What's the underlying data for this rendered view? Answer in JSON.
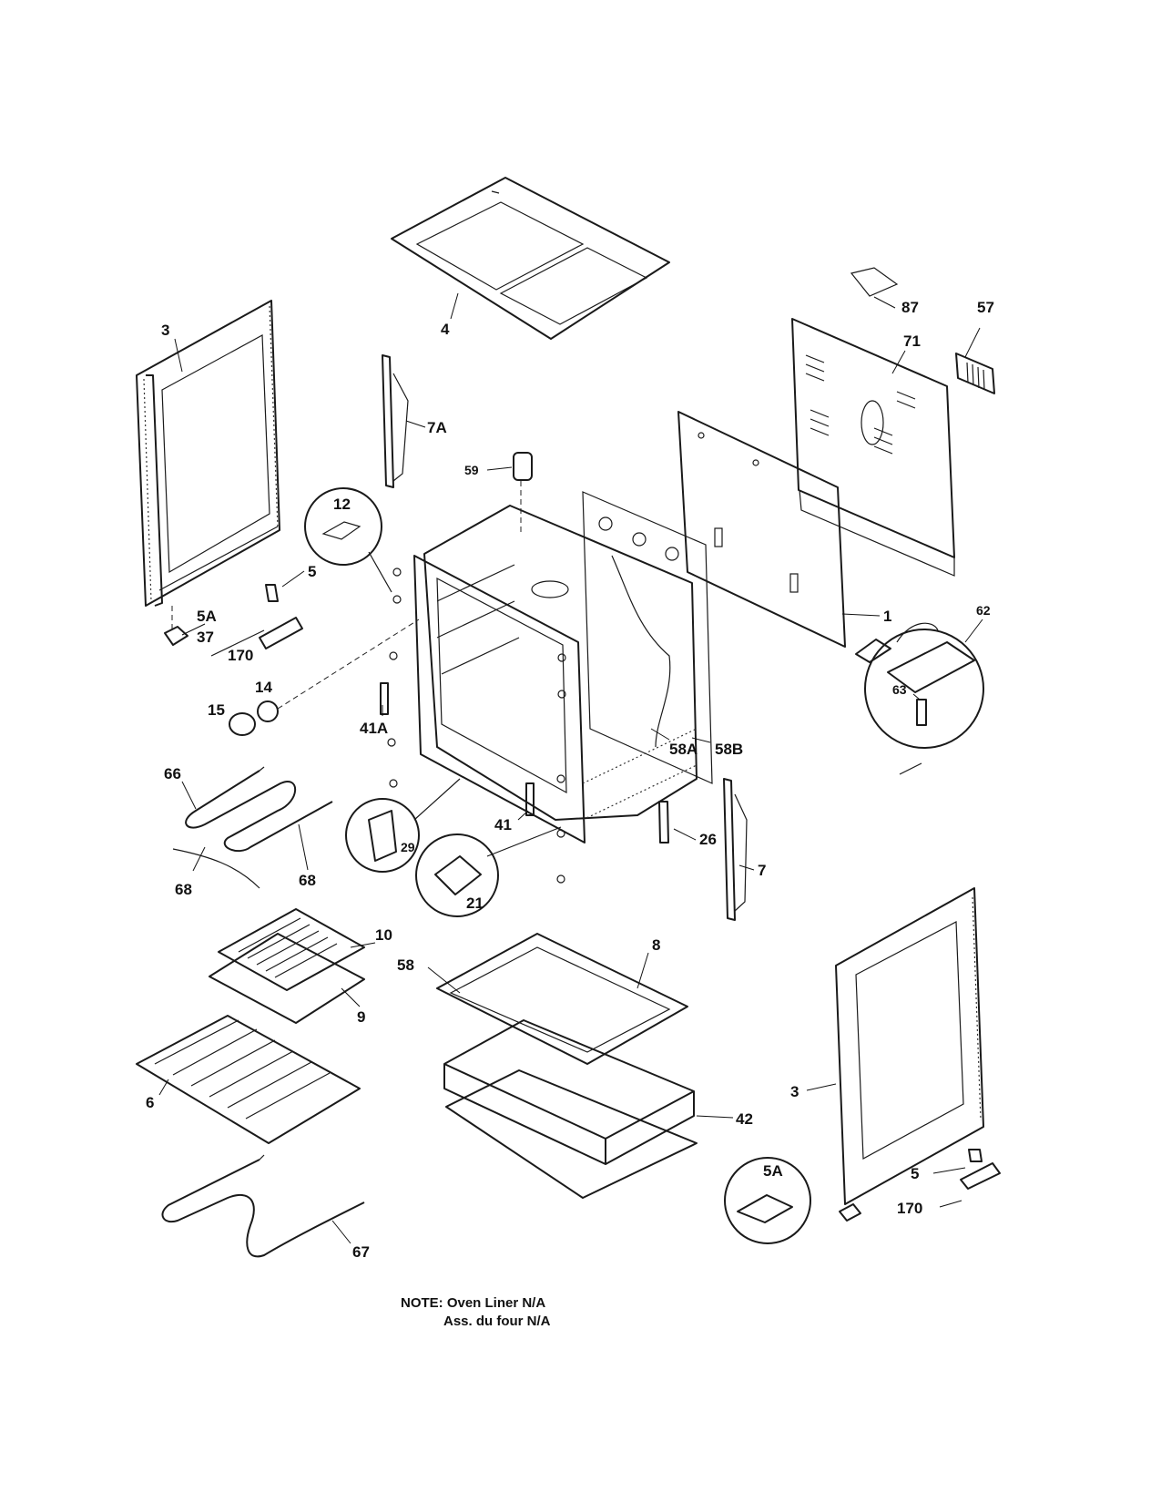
{
  "callouts": [
    {
      "id": "4",
      "text": "4"
    },
    {
      "id": "3-left",
      "text": "3"
    },
    {
      "id": "87",
      "text": "87"
    },
    {
      "id": "57",
      "text": "57"
    },
    {
      "id": "71",
      "text": "71"
    },
    {
      "id": "7a",
      "text": "7A"
    },
    {
      "id": "59",
      "text": "59"
    },
    {
      "id": "12",
      "text": "12"
    },
    {
      "id": "5-left",
      "text": "5"
    },
    {
      "id": "5a-left",
      "text": "5A"
    },
    {
      "id": "37",
      "text": "37"
    },
    {
      "id": "170-left",
      "text": "170"
    },
    {
      "id": "14",
      "text": "14"
    },
    {
      "id": "15",
      "text": "15"
    },
    {
      "id": "1",
      "text": "1"
    },
    {
      "id": "62",
      "text": "62"
    },
    {
      "id": "63",
      "text": "63"
    },
    {
      "id": "41a",
      "text": "41A"
    },
    {
      "id": "58a",
      "text": "58A"
    },
    {
      "id": "58b",
      "text": "58B"
    },
    {
      "id": "66",
      "text": "66"
    },
    {
      "id": "29",
      "text": "29"
    },
    {
      "id": "41",
      "text": "41"
    },
    {
      "id": "26",
      "text": "26"
    },
    {
      "id": "7",
      "text": "7"
    },
    {
      "id": "68-left",
      "text": "68"
    },
    {
      "id": "68-right",
      "text": "68"
    },
    {
      "id": "21",
      "text": "21"
    },
    {
      "id": "10",
      "text": "10"
    },
    {
      "id": "8",
      "text": "8"
    },
    {
      "id": "9",
      "text": "9"
    },
    {
      "id": "58",
      "text": "58"
    },
    {
      "id": "3-right",
      "text": "3"
    },
    {
      "id": "6",
      "text": "6"
    },
    {
      "id": "42",
      "text": "42"
    },
    {
      "id": "5a-right",
      "text": "5A"
    },
    {
      "id": "5-right",
      "text": "5"
    },
    {
      "id": "170-right",
      "text": "170"
    },
    {
      "id": "67",
      "text": "67"
    }
  ],
  "note": {
    "line1": "NOTE: Oven Liner N/A",
    "line2": "Ass. du four N/A"
  }
}
